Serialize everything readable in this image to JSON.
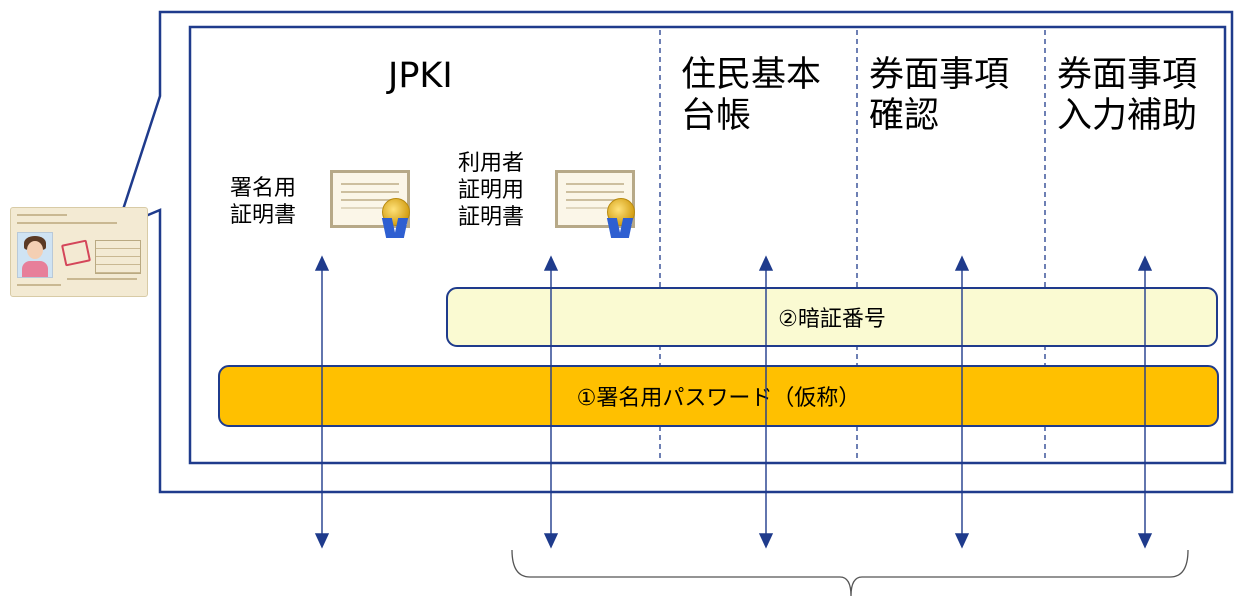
{
  "columns": {
    "jpki": "JPKI",
    "resident_registry": "住民基本\n台帳",
    "card_face_confirm": "券面事項\n確認",
    "card_face_input": "券面事項\n入力補助"
  },
  "certificates": {
    "signature": "署名用\n証明書",
    "user_auth": "利用者\n証明用\n証明書"
  },
  "bars": {
    "pin": "②暗証番号",
    "signature_password": "①署名用パスワード（仮称）"
  },
  "colors": {
    "border_navy": "#1f3b8c",
    "pin_bar_fill": "#fafad2",
    "signature_bar_fill": "#ffc000"
  }
}
